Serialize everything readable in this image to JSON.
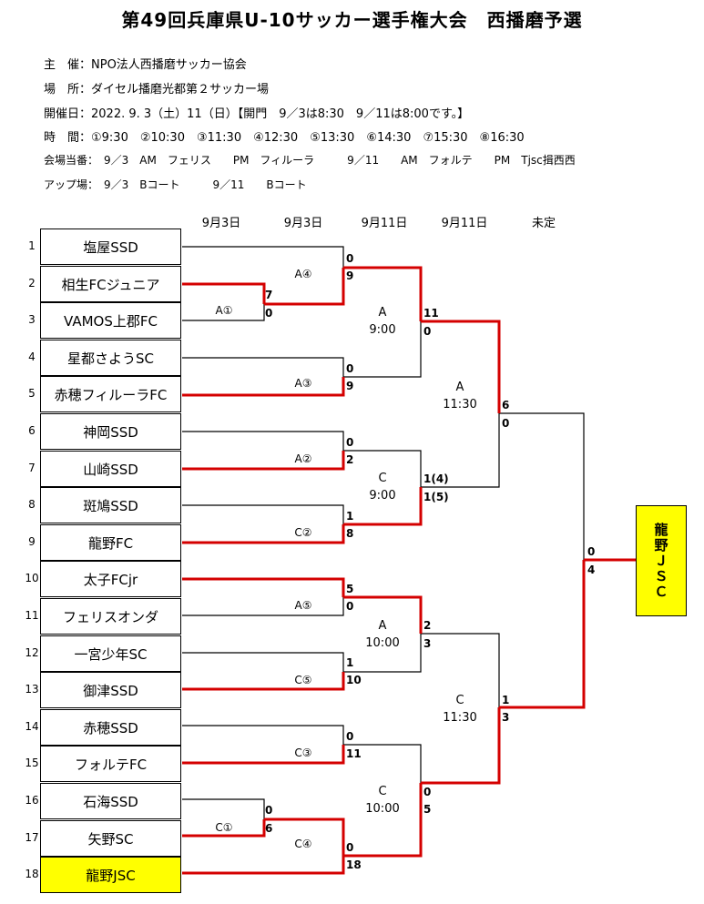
{
  "title": "第49回兵庫県U-10サッカー選手権大会　西播磨予選",
  "info": {
    "host": "主　催：NPO法人西播磨サッカー協会",
    "place": "場　所：ダイセル播磨光都第２サッカー場",
    "dates": "開催日：2022. 9. 3（土）11（日）【開門　9／3は8:30　9／11は8:00です。】",
    "times": "時　間：①9:30　②10:30　③11:30　④12:30　⑤13:30　⑥14:30　⑦15:30　⑧16:30",
    "duty": "会場当番：　9／3　AM　フェリス　　PM　フィルーラ　　　9／11　　AM　フォルテ　　PM　Tjsc揖西西",
    "warmup": "アップ場：　9／3　Bコート　　　9／11　　Bコート"
  },
  "round_dates": [
    "9月3日",
    "9月3日",
    "9月11日",
    "9月11日",
    "未定"
  ],
  "teams": [
    {
      "no": "1",
      "name": "塩屋SSD"
    },
    {
      "no": "2",
      "name": "相生FCジュニア"
    },
    {
      "no": "3",
      "name": "VAMOS上郡FC"
    },
    {
      "no": "4",
      "name": "星都さようSC"
    },
    {
      "no": "5",
      "name": "赤穂フィルーラFC"
    },
    {
      "no": "6",
      "name": "神岡SSD"
    },
    {
      "no": "7",
      "name": "山崎SSD"
    },
    {
      "no": "8",
      "name": "斑鳩SSD"
    },
    {
      "no": "9",
      "name": "龍野FC"
    },
    {
      "no": "10",
      "name": "太子FCjr"
    },
    {
      "no": "11",
      "name": "フェリスオンダ"
    },
    {
      "no": "12",
      "name": "一宮少年SC"
    },
    {
      "no": "13",
      "name": "御津SSD"
    },
    {
      "no": "14",
      "name": "赤穂SSD"
    },
    {
      "no": "15",
      "name": "フォルテFC"
    },
    {
      "no": "16",
      "name": "石海SSD"
    },
    {
      "no": "17",
      "name": "矢野SC"
    },
    {
      "no": "18",
      "name": "龍野JSC"
    }
  ],
  "champion": "龍野ＪＳＣ",
  "matches": {
    "a1": "A①",
    "a4": "A④",
    "a3": "A③",
    "a2": "A②",
    "c2": "C②",
    "a5": "A⑤",
    "c5": "C⑤",
    "c3": "C③",
    "c1": "C①",
    "c4": "C④"
  },
  "venues": {
    "a900": [
      "A",
      "9:00"
    ],
    "c900": [
      "C",
      "9:00"
    ],
    "a1000": [
      "A",
      "10:00"
    ],
    "c1000": [
      "C",
      "10:00"
    ],
    "a1130": [
      "A",
      "11:30"
    ],
    "c1130": [
      "C",
      "11:30"
    ]
  },
  "scores": {
    "r1_a1_top": "7",
    "r1_a1_bot": "0",
    "r1_c1_top": "0",
    "r1_c1_bot": "6",
    "a4_top": "0",
    "a4_bot": "9",
    "a3_top": "0",
    "a3_bot": "9",
    "a2_top": "0",
    "a2_bot": "2",
    "c2_top": "1",
    "c2_bot": "8",
    "a5_top": "5",
    "a5_bot": "0",
    "c5_top": "1",
    "c5_bot": "10",
    "c3_top": "0",
    "c3_bot": "11",
    "c4_top": "0",
    "c4_bot": "18",
    "a900_top": "11",
    "a900_bot": "0",
    "c900_top": "1(4)",
    "c900_bot": "1(5)",
    "a1000_top": "2",
    "a1000_bot": "3",
    "c1000_top": "0",
    "c1000_bot": "5",
    "a1130_top": "6",
    "a1130_bot": "0",
    "c1130_top": "1",
    "c1130_bot": "3",
    "final_top": "0",
    "final_bot": "4"
  },
  "colors": {
    "winner_line": "#d40000",
    "line": "#000000",
    "highlight": "#ffff00"
  }
}
